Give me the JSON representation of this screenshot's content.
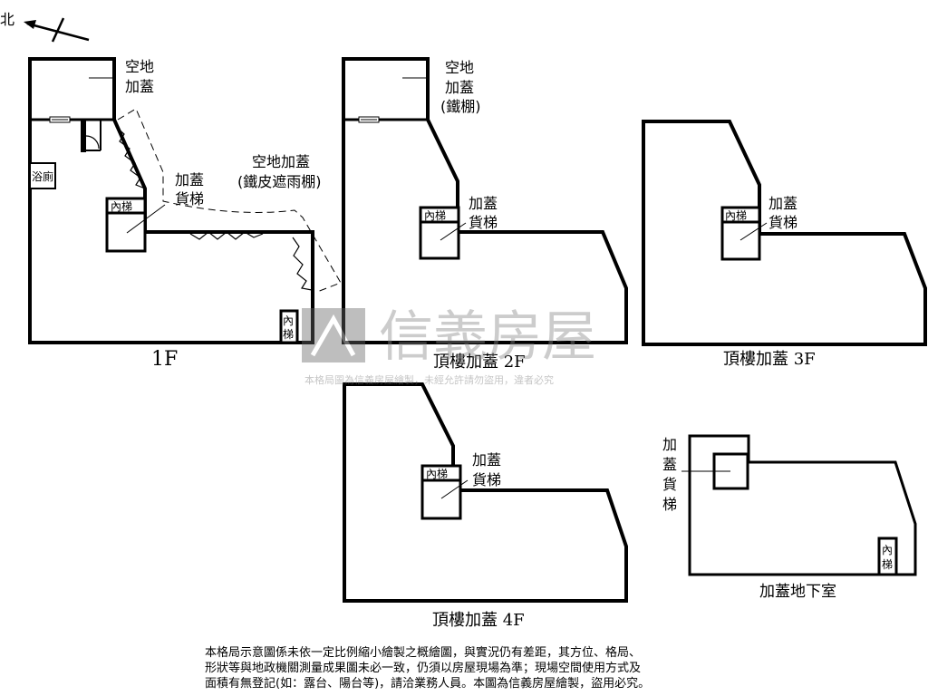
{
  "compass": {
    "label": "北"
  },
  "floors": {
    "f1": {
      "name": "1F",
      "roof_label_1": "空地",
      "roof_label_2": "加蓋",
      "bath": "浴廁",
      "elevator_1": "加蓋",
      "elevator_2": "貨梯",
      "stair_1": "內梯",
      "stair_label_1": "內",
      "stair_label_2": "梯",
      "canopy_1": "空地加蓋",
      "canopy_2": "(鐵皮遮雨棚)"
    },
    "f2": {
      "name": "頂樓加蓋 2F",
      "roof_label_1": "空地",
      "roof_label_2": "加蓋",
      "roof_label_3": "(鐵棚)",
      "stair": "內梯",
      "elevator_1": "加蓋",
      "elevator_2": "貨梯"
    },
    "f3": {
      "name": "頂樓加蓋 3F",
      "stair": "內梯",
      "elevator_1": "加蓋",
      "elevator_2": "貨梯"
    },
    "f4": {
      "name": "頂樓加蓋 4F",
      "stair": "內梯",
      "elevator_1": "加蓋",
      "elevator_2": "貨梯"
    },
    "b1": {
      "name": "加蓋地下室",
      "elevator_1": "加",
      "elevator_2": "蓋",
      "elevator_3": "貨",
      "elevator_4": "梯",
      "stair_1": "內",
      "stair_2": "梯"
    }
  },
  "watermark": {
    "brand": "信義房屋",
    "notice": "本格局圖為信義房屋繪製，未經允許請勿盜用，違者必究"
  },
  "disclaimer": {
    "line1": "本格局示意圖係未依一定比例縮小繪製之概繪圖，與實況仍有差距，其方位、格局、",
    "line2": "形狀等與地政機關測量成果圖未必一致，仍須以房屋現場為準；現場空間使用方式及",
    "line3": "面積有無登記(如：露台、陽台等)，請洽業務人員。本圖為信義房屋繪製，盜用必究。"
  }
}
